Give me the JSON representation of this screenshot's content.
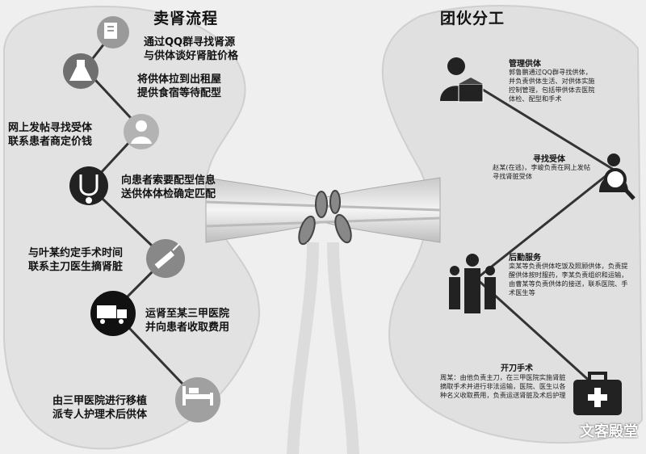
{
  "left_panel": {
    "title": "卖肾流程",
    "steps": [
      {
        "text": [
          "通过QQ群寻找肾源",
          "与供体谈好肾脏价格"
        ],
        "icon": "document-computer-icon"
      },
      {
        "text": [
          "将供体拉到出租屋",
          "提供食宿等待配型"
        ],
        "icon": "flask-icon"
      },
      {
        "text": [
          "网上发帖寻找受体",
          "联系患者商定价钱"
        ],
        "icon": "nurse-icon"
      },
      {
        "text": [
          "向患者索要配型信息",
          "送供体体检确定匹配"
        ],
        "icon": "stethoscope-icon"
      },
      {
        "text": [
          "与叶某约定手术时间",
          "联系主刀医生摘肾脏"
        ],
        "icon": "syringe-icon"
      },
      {
        "text": [
          "运肾至某三甲医院",
          "并向患者收取费用"
        ],
        "icon": "truck-icon"
      },
      {
        "text": [
          "由三甲医院进行移植",
          "派专人护理术后供体"
        ],
        "icon": "hospital-bed-icon"
      }
    ]
  },
  "right_panel": {
    "title": "团伙分工",
    "roles": [
      {
        "title": "管理供体",
        "desc": "郭鲁鹏通过QQ群寻找供体，并负责供体生活、对供体实施控制管理，包括带供体去医院体检、配型和手术",
        "icon": "manager-box-icon"
      },
      {
        "title": "寻找受体",
        "desc": "赵某(在逃)，李峻负责在网上发帖寻找肾脏受体",
        "icon": "magnifier-person-icon"
      },
      {
        "title": "后勤服务",
        "desc": "栾某等负责供体吃饭及照顾供体，负责提醒供体按时服药，李某负责组织和运输，由曹某等负责供体的接送，联系医院、手术医生等",
        "icon": "group-people-icon"
      },
      {
        "title": "开刀手术",
        "desc": "周某：由他负责主刀，在三甲医院实施肾脏摘取手术并进行非法运输，医院、医生以各种名义收取费用，负责运送肾脏及术后护理",
        "icon": "medical-kit-icon"
      }
    ]
  },
  "watermark": "文客殿堂"
}
